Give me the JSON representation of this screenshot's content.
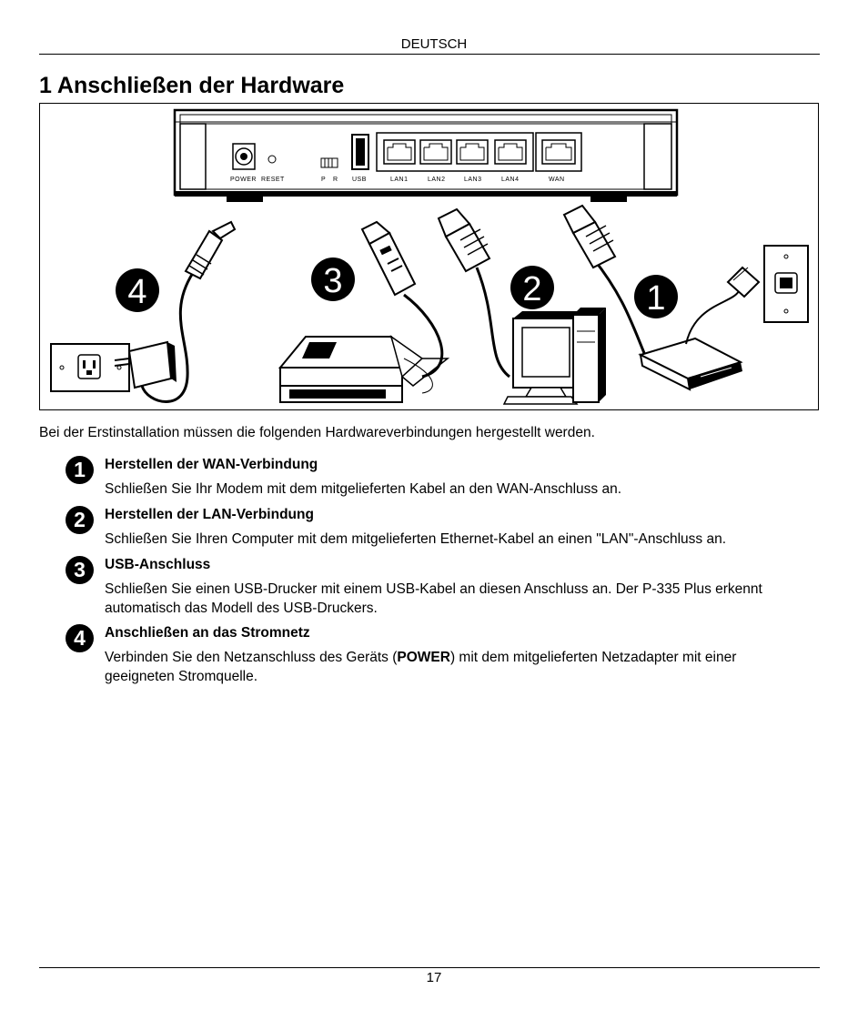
{
  "header": {
    "section": "DEUTSCH"
  },
  "title": "1 Anschließen der Hardware",
  "figure": {
    "ports": [
      "POWER",
      "RESET",
      "P",
      "R",
      "USB",
      "LAN1",
      "LAN2",
      "LAN3",
      "LAN4",
      "WAN"
    ],
    "callouts": [
      "4",
      "3",
      "2",
      "1"
    ]
  },
  "intro": "Bei der Erstinstallation müssen die folgenden Hardwareverbindungen hergestellt werden.",
  "steps": [
    {
      "number": "1",
      "title": "Herstellen der WAN-Verbindung",
      "desc": "Schließen Sie Ihr Modem mit dem mitgelieferten Kabel an den WAN-Anschluss an."
    },
    {
      "number": "2",
      "title": "Herstellen der LAN-Verbindung",
      "desc": "Schließen Sie Ihren Computer mit dem mitgelieferten Ethernet-Kabel an einen \"LAN\"-Anschluss an."
    },
    {
      "number": "3",
      "title": "USB-Anschluss",
      "desc": "Schließen Sie einen USB-Drucker mit einem USB-Kabel an diesen Anschluss an. Der P-335 Plus erkennt automatisch das Modell des USB-Druckers."
    },
    {
      "number": "4",
      "title": "Anschließen an das Stromnetz",
      "desc_before": "Verbinden Sie den Netzanschluss des Geräts (",
      "desc_bold": "POWER",
      "desc_after": ") mit dem mitgelieferten Netzadapter mit einer geeigneten Stromquelle."
    }
  ],
  "footer": {
    "page_number": "17"
  }
}
